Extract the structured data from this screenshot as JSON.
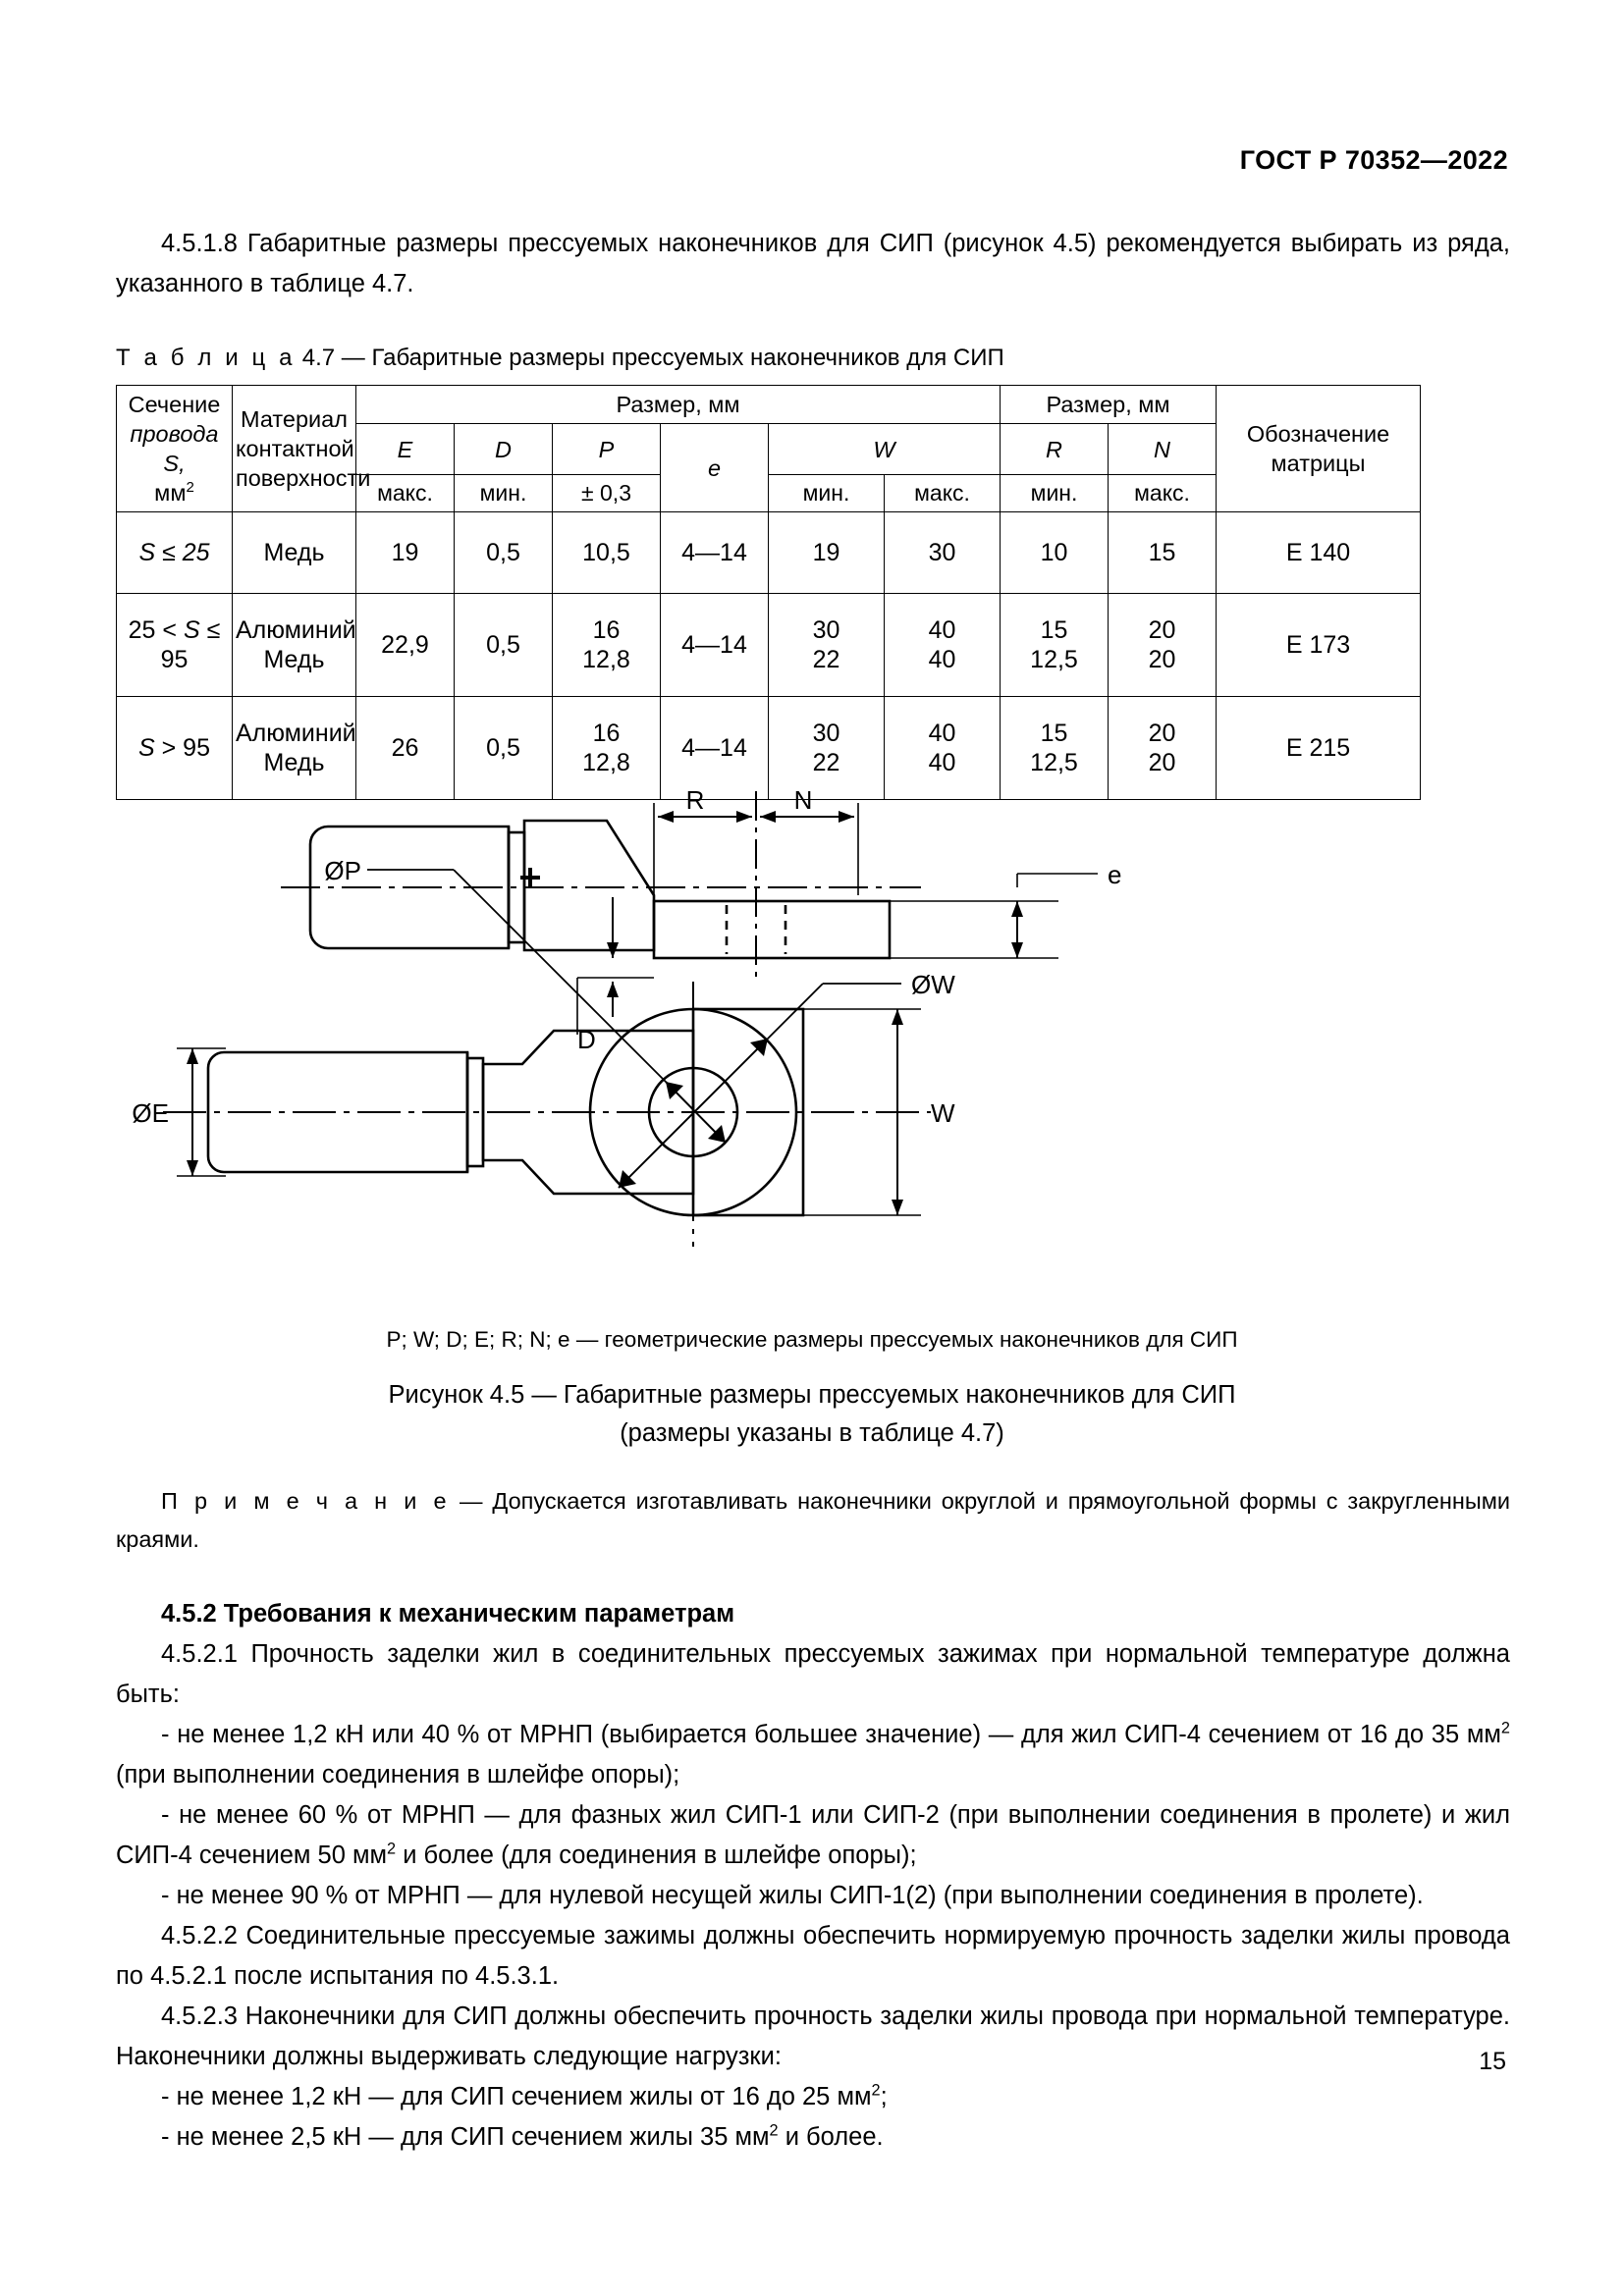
{
  "header": {
    "standard": "ГОСТ Р 70352—2022"
  },
  "intro": {
    "paragraph": "4.5.1.8 Габаритные размеры прессуемых наконечников для СИП (рисунок 4.5) рекомендуется выбирать из ряда, указанного в таблице 4.7."
  },
  "table_caption": {
    "label": "Т а б л и ц а",
    "number": "4.7",
    "dash": "—",
    "title": "Габаритные размеры прессуемых наконечников для СИП"
  },
  "table": {
    "headers": {
      "col_section": "Сечение провода S, мм2",
      "col_section_l1": "Сечение",
      "col_section_l2": "провода S,",
      "col_section_l3": "мм",
      "col_section_sup": "2",
      "col_material_l1": "Материал",
      "col_material_l2": "контактной",
      "col_material_l3": "поверхности",
      "group_size_1": "Размер, мм",
      "group_size_2": "Размер, мм",
      "col_E": "E",
      "col_D": "D",
      "col_P": "P",
      "col_e": "e",
      "col_W": "W",
      "col_R": "R",
      "col_N": "N",
      "sub_E": "макс.",
      "sub_D": "мин.",
      "sub_P": "± 0,3",
      "sub_W_min": "мин.",
      "sub_W_max": "макс.",
      "sub_R_min": "мин.",
      "sub_N_max": "макс.",
      "col_matrix_l1": "Обозначение",
      "col_matrix_l2": "матрицы"
    },
    "rows": [
      {
        "section": "S ≤ 25",
        "material": "Медь",
        "E": "19",
        "D": "0,5",
        "P": "10,5",
        "e": "4—14",
        "W_min": "19",
        "W_max": "30",
        "R_min": "10",
        "N_max": "15",
        "matrix": "E 140"
      },
      {
        "section": "25 < S ≤ 95",
        "material": "Алюминий\nМедь",
        "material_l1": "Алюминий",
        "material_l2": "Медь",
        "E": "22,9",
        "D": "0,5",
        "P_l1": "16",
        "P_l2": "12,8",
        "e": "4—14",
        "W_min_l1": "30",
        "W_min_l2": "22",
        "W_max_l1": "40",
        "W_max_l2": "40",
        "R_min_l1": "15",
        "R_min_l2": "12,5",
        "N_max_l1": "20",
        "N_max_l2": "20",
        "matrix": "E 173"
      },
      {
        "section": "S > 95",
        "material_l1": "Алюминий",
        "material_l2": "Медь",
        "E": "26",
        "D": "0,5",
        "P_l1": "16",
        "P_l2": "12,8",
        "e": "4—14",
        "W_min_l1": "30",
        "W_min_l2": "22",
        "W_max_l1": "40",
        "W_max_l2": "40",
        "R_min_l1": "15",
        "R_min_l2": "12,5",
        "N_max_l1": "20",
        "N_max_l2": "20",
        "matrix": "E 215"
      }
    ]
  },
  "figure": {
    "labels": {
      "R": "R",
      "N": "N",
      "D": "D",
      "e": "e",
      "OP": "ØP",
      "OW": "ØW",
      "OE": "ØE",
      "W": "W"
    },
    "legend": "P; W; D; E; R; N; e — геометрические размеры прессуемых наконечников для СИП",
    "caption_line1": "Рисунок 4.5 — Габаритные размеры прессуемых наконечников для СИП",
    "caption_line2": "(размеры указаны в таблице 4.7)"
  },
  "note": {
    "label": "П р и м е ч а н и е",
    "dash": "—",
    "text": "Допускается изготавливать наконечники округлой и прямоугольной формы с закругленными краями."
  },
  "section": {
    "heading": "4.5.2 Требования к механическим параметрам",
    "p1": "4.5.2.1 Прочность заделки жил в соединительных прессуемых зажимах при нормальной температуре должна быть:",
    "b1_a": "-  не менее 1,2 кН или 40 % от МРНП (выбирается большее значение) — для жил СИП-4 сечением от 16 до 35 мм",
    "b1_sup": "2",
    "b1_b": " (при выполнении соединения в шлейфе опоры);",
    "b2_a": "-  не менее 60 % от МРНП — для фазных жил СИП-1 или СИП-2 (при выполнении соединения в пролете) и жил СИП-4 сечением 50 мм",
    "b2_sup": "2",
    "b2_b": " и более (для соединения в шлейфе опоры);",
    "b3": "-  не менее 90 % от МРНП — для нулевой несущей жилы СИП-1(2) (при выполнении соединения в пролете).",
    "p2": "4.5.2.2 Соединительные прессуемые зажимы должны обеспечить нормируемую прочность заделки жилы провода по 4.5.2.1 после испытания по 4.5.3.1.",
    "p3": "4.5.2.3 Наконечники для СИП должны обеспечить прочность заделки жилы провода при нормальной температуре. Наконечники должны выдерживать следующие нагрузки:",
    "b4_a": "-  не менее 1,2 кН — для СИП сечением жилы от 16 до 25 мм",
    "b4_sup": "2",
    "b4_b": ";",
    "b5_a": "-  не менее 2,5 кН — для СИП сечением жилы 35 мм",
    "b5_sup": "2",
    "b5_b": " и более."
  },
  "footer": {
    "page_number": "15"
  },
  "colors": {
    "ink": "#000000",
    "paper": "#ffffff"
  }
}
